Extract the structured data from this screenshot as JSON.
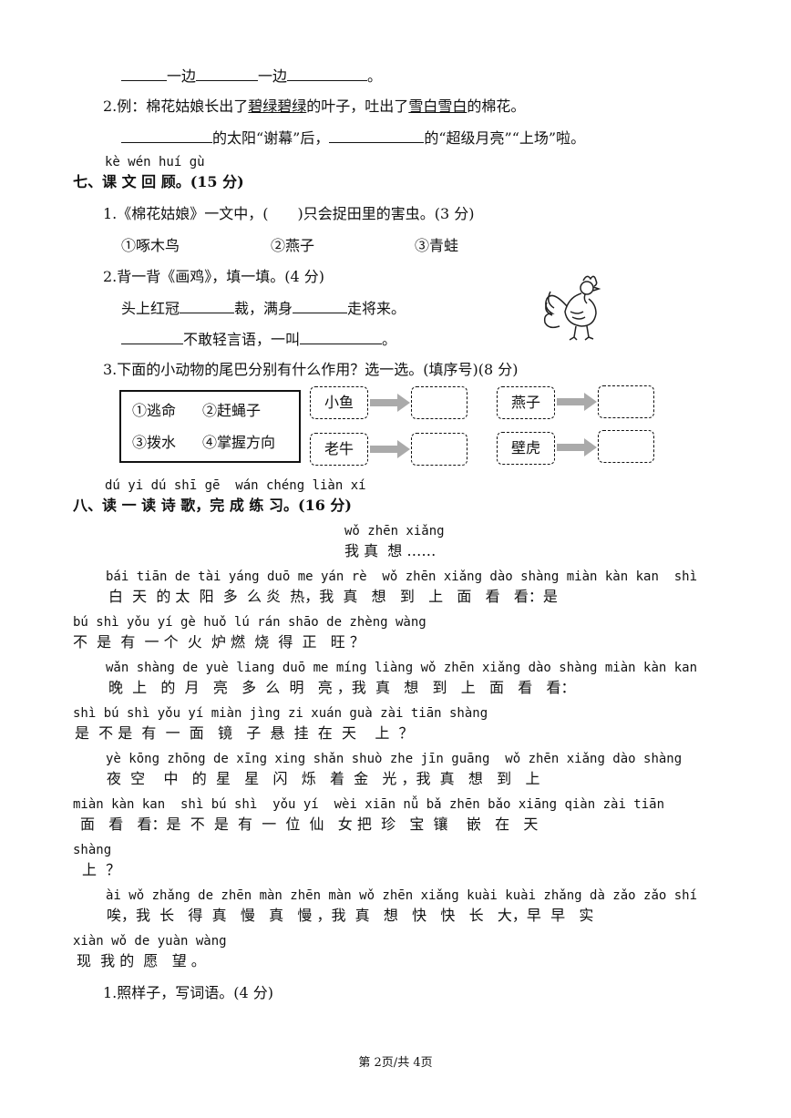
{
  "part6": {
    "line1": {
      "w1": "一边",
      "w2": "一边",
      "end": "。"
    },
    "q2_example": {
      "num": "2.例：棉花姑娘长出了",
      "u1": "碧绿碧绿",
      "mid": "的叶子，吐出了",
      "u2": "雪白雪白",
      "end": "的棉花。"
    },
    "q2_fill": {
      "a": "的太阳“谢幕”后，",
      "b": "的“超级月亮”“上场”啦。"
    }
  },
  "part7": {
    "pinyin": "kè wén huí gù",
    "title": "七、课 文 回 顾。(15 分)",
    "q1": "1.《棉花姑娘》一文中，(　　)只会捉田里的害虫。(3 分)",
    "q1_options": [
      "①啄木鸟",
      "②燕子",
      "③青蛙"
    ],
    "q2": "2.背一背《画鸡》，填一填。(4 分)",
    "q2_l1a": "头上红冠",
    "q2_l1b": "裁，满身",
    "q2_l1c": "走将来。",
    "q2_l2a": "不敢轻言语，一叫",
    "q2_l2b": "。",
    "q3": "3.下面的小动物的尾巴分别有什么作用？选一选。(填序号)(8 分)",
    "q3_options": [
      "①逃命",
      "②赶蝇子",
      "③拨水",
      "④掌握方向"
    ],
    "q3_animals": [
      "小鱼",
      "老牛",
      "燕子",
      "壁虎"
    ],
    "rooster_icon": "rooster-icon"
  },
  "part8": {
    "pinyin": "dú yi dú shī gē  wán chéng liàn xí",
    "title": "八、读 一 读 诗 歌，完  成  练  习。(16 分)",
    "poem_title_py": "wǒ zhēn xiǎng",
    "poem_title": "我 真  想 ……",
    "lines": [
      {
        "py": "bái tiān de tài yáng duō me yán rè  wǒ zhēn xiǎng dào shàng miàn kàn kan  shì",
        "hz": "白  天  的 太  阳  多  么 炎  热，我  真   想   到   上   面   看   看：是"
      },
      {
        "py": "bú shì yǒu yí gè huǒ lú rán shāo de zhèng wàng",
        "hz": "不  是  有  一 个  火  炉 燃  烧  得  正   旺 ？"
      },
      {
        "py": "wǎn shàng de yuè liang duō me míng liàng wǒ zhēn xiǎng dào shàng miàn kàn kan",
        "hz": "晚  上   的  月   亮   多  么  明   亮 ，我  真   想   到   上   面   看   看："
      },
      {
        "py": "shì bú shì yǒu yí miàn jìng zi xuán guà zài tiān shàng",
        "hz": "是  不 是  有  一  面   镜   子  悬  挂  在  天    上  ？"
      },
      {
        "py": "yè kōng zhōng de xīng xing shǎn shuò zhe jīn guāng  wǒ zhēn xiǎng dào shàng",
        "hz": "夜  空    中   的  星   星   闪   烁   着  金   光 ，我  真   想   到   上"
      },
      {
        "py": "miàn kàn kan  shì bú shì  yǒu yí  wèi xiān nǚ bǎ zhēn bǎo xiāng qiàn zài tiān",
        "hz": "面   看   看：是  不  是  有  一  位  仙   女 把  珍   宝  镶    嵌   在   天"
      },
      {
        "py": "shàng",
        "hz": "上  ？"
      },
      {
        "py": "ài wǒ zhǎng de zhēn màn zhēn màn wǒ zhēn xiǎng kuài kuài zhǎng dà zǎo zǎo shí",
        "hz": "唉，我  长   得  真   慢   真   慢 ，我  真   想   快   快   长   大，早  早   实"
      },
      {
        "py": "xiàn wǒ de yuàn wàng",
        "hz": "现  我 的  愿   望 。"
      }
    ],
    "q1": "1.照样子，写词语。(4 分)"
  },
  "footer": "第 2页/共 4页"
}
